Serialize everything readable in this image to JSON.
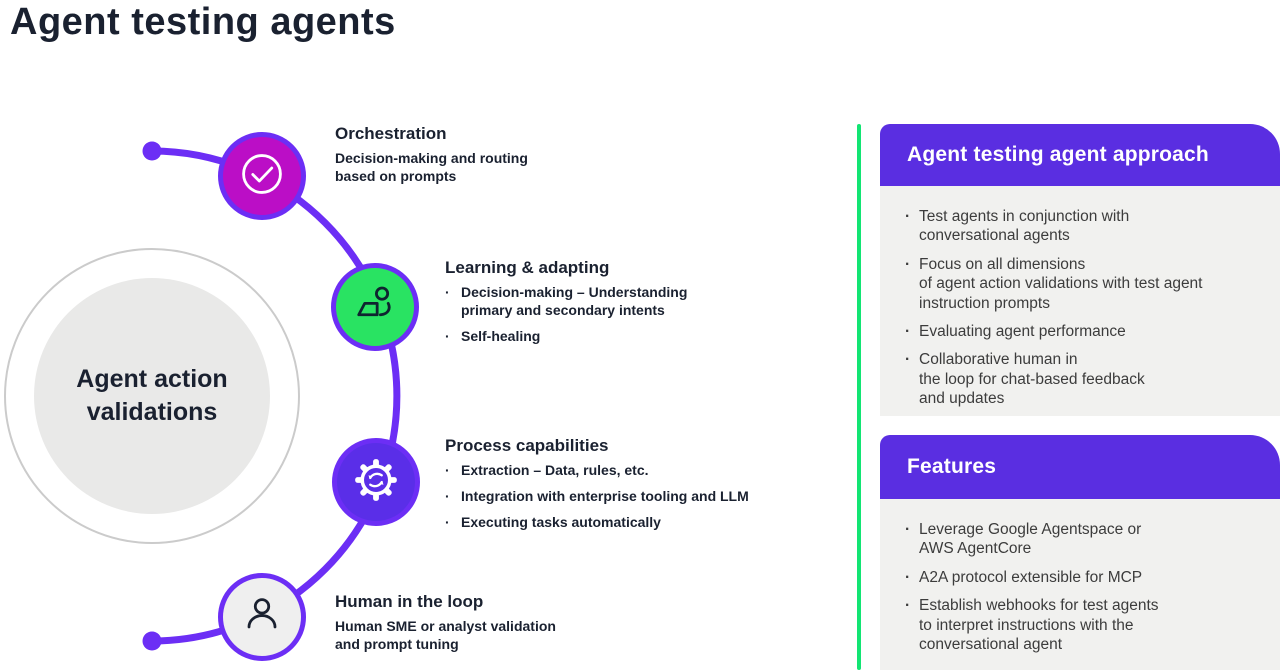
{
  "page": {
    "title": "Agent testing agents"
  },
  "colors": {
    "accent_purple": "#5A2EE1",
    "line_purple": "#6C2EF5",
    "node_magenta": "#BB0EC6",
    "node_green": "#29E362",
    "divider_green": "#12E573",
    "panel_body_gray": "#F1F1EF",
    "dark_text": "#1A2130"
  },
  "diagram": {
    "center": {
      "label": "Agent action\nvalidations"
    },
    "nodes": [
      {
        "icon": "check-circle-icon",
        "title": "Orchestration",
        "description": "Decision-making and routing\nbased on prompts"
      },
      {
        "icon": "person-laptop-icon",
        "title": "Learning & adapting",
        "bullets": [
          "Decision-making – Understanding\nprimary and secondary intents",
          "Self-healing"
        ]
      },
      {
        "icon": "gear-sync-icon",
        "title": "Process capabilities",
        "bullets": [
          "Extraction – Data, rules, etc.",
          "Integration with enterprise tooling and LLM",
          "Executing tasks automatically"
        ]
      },
      {
        "icon": "person-icon",
        "title": "Human in the loop",
        "description": "Human SME or analyst validation\nand prompt tuning"
      }
    ]
  },
  "panels": [
    {
      "title": "Agent testing agent approach",
      "bullets": [
        "Test agents in conjunction with\nconversational agents",
        "Focus on all dimensions\nof agent action validations with test agent\ninstruction prompts",
        "Evaluating agent performance",
        "Collaborative human in\nthe loop for chat-based feedback\nand updates"
      ]
    },
    {
      "title": "Features",
      "bullets": [
        "Leverage Google Agentspace or\nAWS AgentCore",
        "A2A protocol extensible for MCP",
        "Establish webhooks for test agents\nto interpret instructions with the\nconversational agent"
      ]
    }
  ]
}
